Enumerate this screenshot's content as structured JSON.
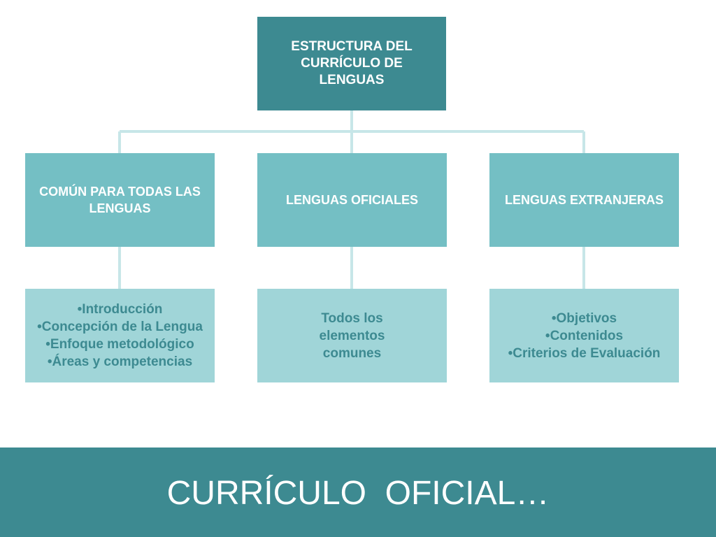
{
  "root": {
    "label": "ESTRUCTURA DEL CURRÍCULO DE LENGUAS"
  },
  "branches": [
    {
      "label": "COMÚN PARA TODAS LAS LENGUAS",
      "items": [
        "•Introducción",
        "•Concepción de la Lengua",
        "•Enfoque metodológico",
        "•Áreas y competencias"
      ]
    },
    {
      "label": "LENGUAS OFICIALES",
      "items": [
        "Todos los elementos comunes"
      ]
    },
    {
      "label": "LENGUAS EXTRANJERAS",
      "items": [
        "•Objetivos",
        "•Contenidos",
        "•Criterios de Evaluación"
      ]
    }
  ],
  "footer": {
    "title": "CURRÍCULO  OFICIAL…"
  },
  "colors": {
    "dark_teal": "#3d8a91",
    "mid_teal": "#74bfc4",
    "light_teal": "#a0d5d8",
    "connector": "#c7e6e8"
  }
}
